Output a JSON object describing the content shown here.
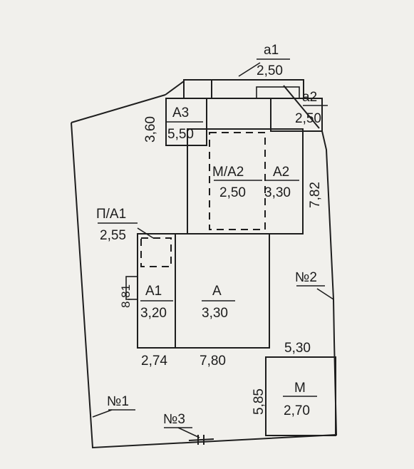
{
  "rooms": {
    "a1": {
      "name": "а1",
      "value": "2,50"
    },
    "a2": {
      "name": "а2",
      "value": "2,50"
    },
    "A3": {
      "name": "А3",
      "value": "5,50",
      "dim": "3,60"
    },
    "MA2": {
      "name": "М/А2",
      "value": "2,50"
    },
    "A2": {
      "name": "А2",
      "value": "3,30",
      "dim": "7,82"
    },
    "PA1": {
      "name": "П/А1",
      "value": "2,55"
    },
    "A1": {
      "name": "А1",
      "value": "3,20",
      "dim": "8,81"
    },
    "A": {
      "name": "А",
      "value": "3,30"
    },
    "M": {
      "name": "М",
      "value": "2,70",
      "dim_top": "5,30",
      "dim_left": "5,85"
    }
  },
  "dims": {
    "bottom_left": "2,74",
    "bottom_right": "7,80"
  },
  "fences": {
    "n1": "№1",
    "n2": "№2",
    "n3": "№3"
  }
}
